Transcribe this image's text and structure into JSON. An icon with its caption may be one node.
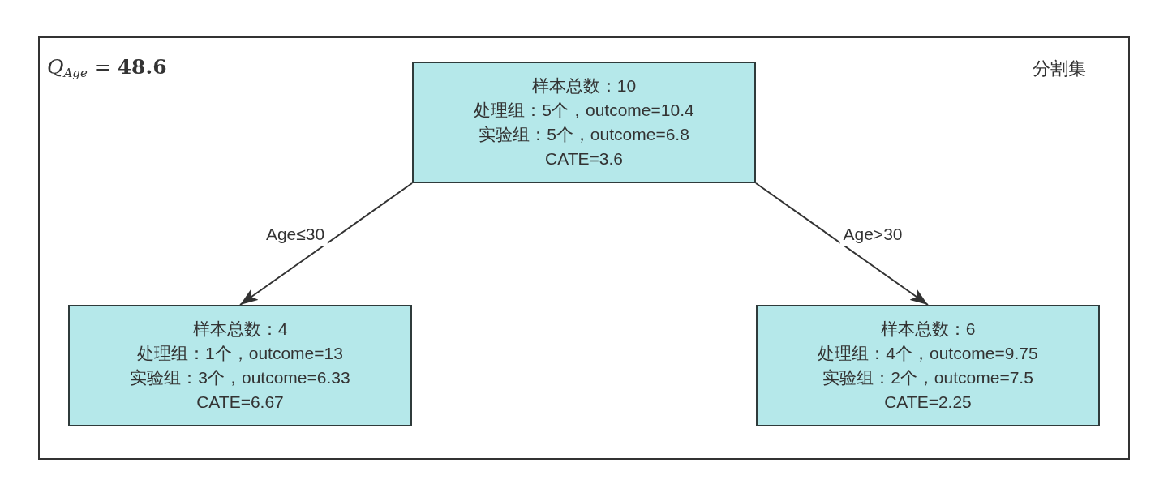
{
  "diagram": {
    "nodes": [
      {
        "text": [
          "分割集"
        ]
      },
      {
        "text": [
          "样本总数：10",
          "处理组：5个，outcome=10.4",
          "实验组：5个，outcome=6.8",
          "CATE=3.6"
        ],
        "in": 0
      },
      {
        "text": [
          "样本总数：4",
          "处理组：1个，outcome=13",
          "实验组：3个，outcome=6.33",
          "CATE=6.67"
        ],
        "in": 0
      },
      {
        "text": [
          "样本总数：6",
          "处理组：4个，outcome=9.75",
          "实验组：2个，outcome=7.5",
          "CATE=2.25"
        ],
        "in": 0
      }
    ],
    "edges": [
      {
        "from": 1,
        "to": 2,
        "arrow": "to",
        "label": "Age≤30"
      },
      {
        "from": 1,
        "to": 3,
        "arrow": "to",
        "label": "Age>30"
      }
    ],
    "labels": [
      "*Q*$_{Age}$ = **48.6**"
    ]
  }
}
